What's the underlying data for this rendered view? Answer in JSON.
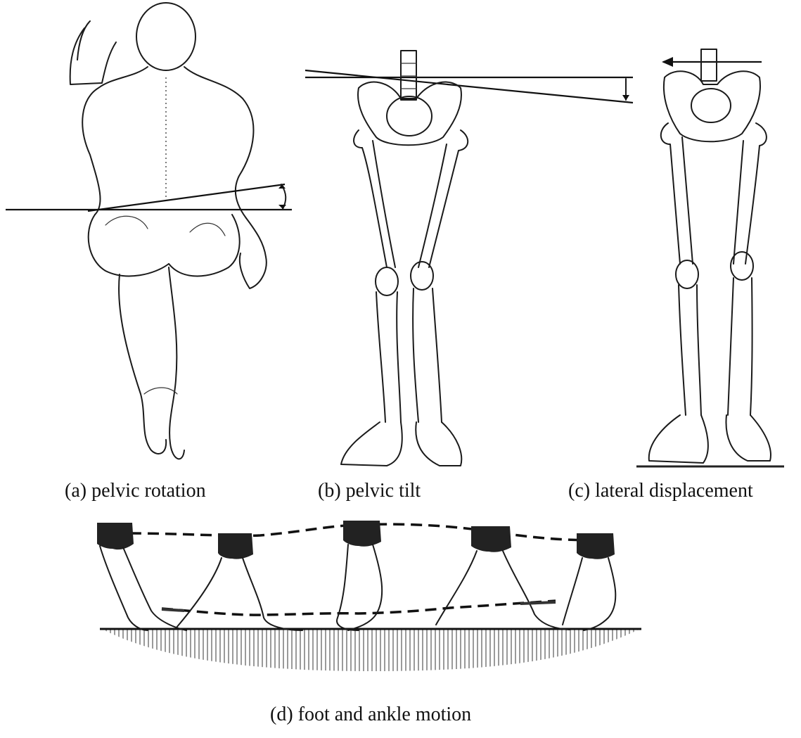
{
  "figure": {
    "captions": {
      "a": "(a) pelvic rotation",
      "b": "(b) pelvic tilt",
      "c": "(c) lateral displacement",
      "d": "(d) foot and ankle motion"
    }
  }
}
